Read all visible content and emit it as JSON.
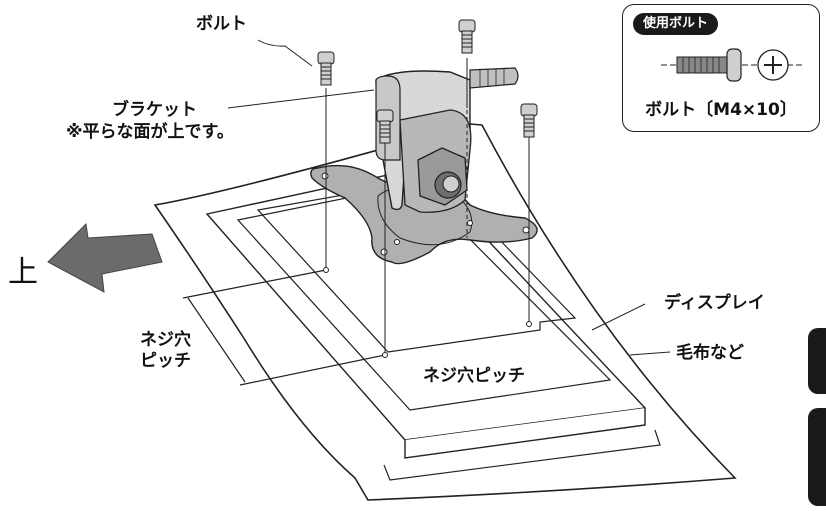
{
  "labels": {
    "bolt": "ボルト",
    "bracket_line1": "ブラケット",
    "bracket_line2": "※平らな面が上です。",
    "up": "上",
    "screw_pitch_left_line1": "ネジ穴",
    "screw_pitch_left_line2": "ピッチ",
    "screw_pitch_center": "ネジ穴ピッチ",
    "display": "ディスプレイ",
    "blanket": "毛布など"
  },
  "callout": {
    "badge": "使用ボルト",
    "caption": "ボルト〔M4×10〕"
  },
  "colors": {
    "line": "#222222",
    "arrow_fill": "#6b6b6b",
    "bracket_light": "#d8d8d8",
    "bracket_mid": "#b0b0b0",
    "bracket_dark": "#6e6e6e",
    "badge": "#1a1a1a"
  }
}
